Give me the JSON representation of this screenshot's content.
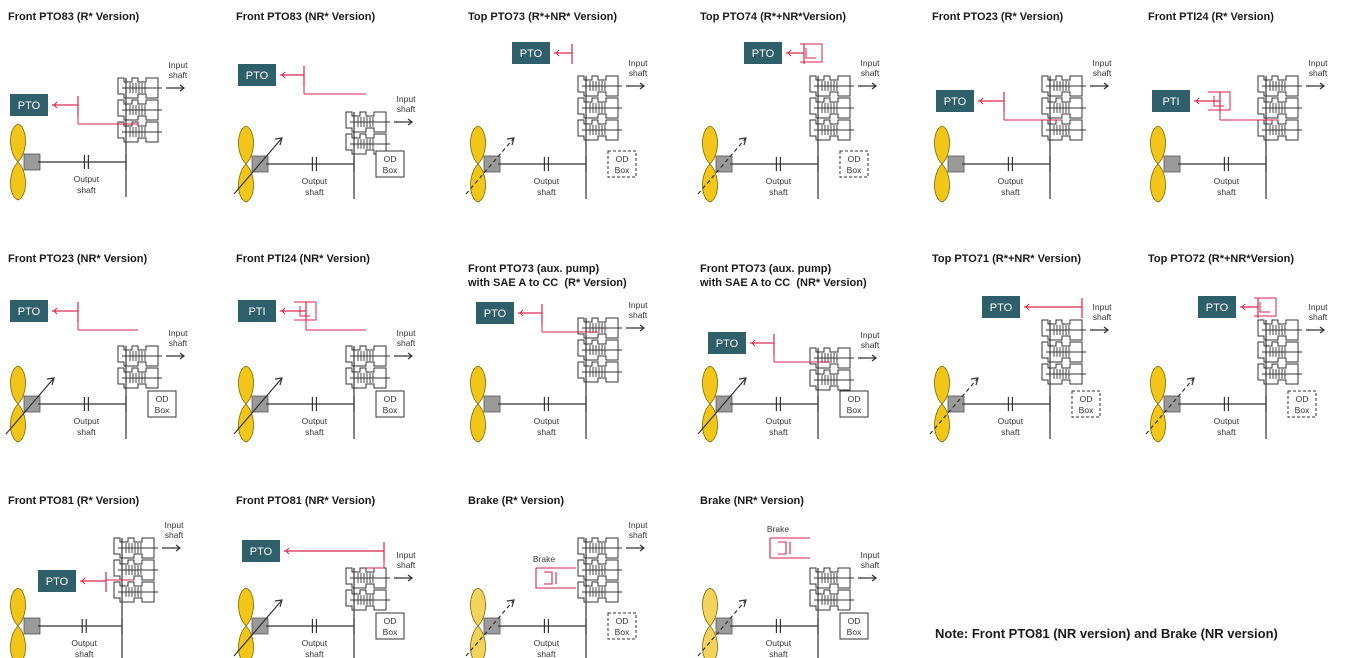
{
  "labels": {
    "pto": "PTO",
    "pti": "PTI",
    "input_shaft": [
      "Input",
      "shaft"
    ],
    "output_shaft": [
      "Output",
      "shaft"
    ],
    "od_box": [
      "OD",
      "Box"
    ],
    "brake": "Brake"
  },
  "colors": {
    "pto_box": "#2f5f6b",
    "highlight": "#d8234b",
    "line": "#333333",
    "propeller": "#f2c618",
    "propeller_light": "#f3d35c"
  },
  "panels": [
    {
      "title": "Front PTO83 (R* Version)"
    },
    {
      "title": "Front PTO83 (NR* Version)"
    },
    {
      "title": "Top PTO73 (R*+NR* Version)"
    },
    {
      "title": "Top PTO74 (R*+NR*Version)"
    },
    {
      "title": "Front PTO23 (R* Version)"
    },
    {
      "title": "Front PTI24 (R* Version)"
    },
    {
      "title": "Front PTO23 (NR* Version)"
    },
    {
      "title": "Front PTI24 (NR* Version)"
    },
    {
      "title": "Front PTO73 (aux. pump)\nwith SAE A to CC  (R* Version)"
    },
    {
      "title": "Front PTO73 (aux. pump)\nwith SAE A to CC  (NR* Version)"
    },
    {
      "title": "Top PTO71 (R*+NR* Version)"
    },
    {
      "title": "Top PTO72 (R*+NR*Version)"
    },
    {
      "title": "Front PTO81 (R* Version)"
    },
    {
      "title": "Front PTO81 (NR* Version)"
    },
    {
      "title": "Brake (R* Version)"
    },
    {
      "title": "Brake (NR* Version)"
    }
  ],
  "note": "Note: Front PTO81 (NR version) and Brake (NR version)"
}
